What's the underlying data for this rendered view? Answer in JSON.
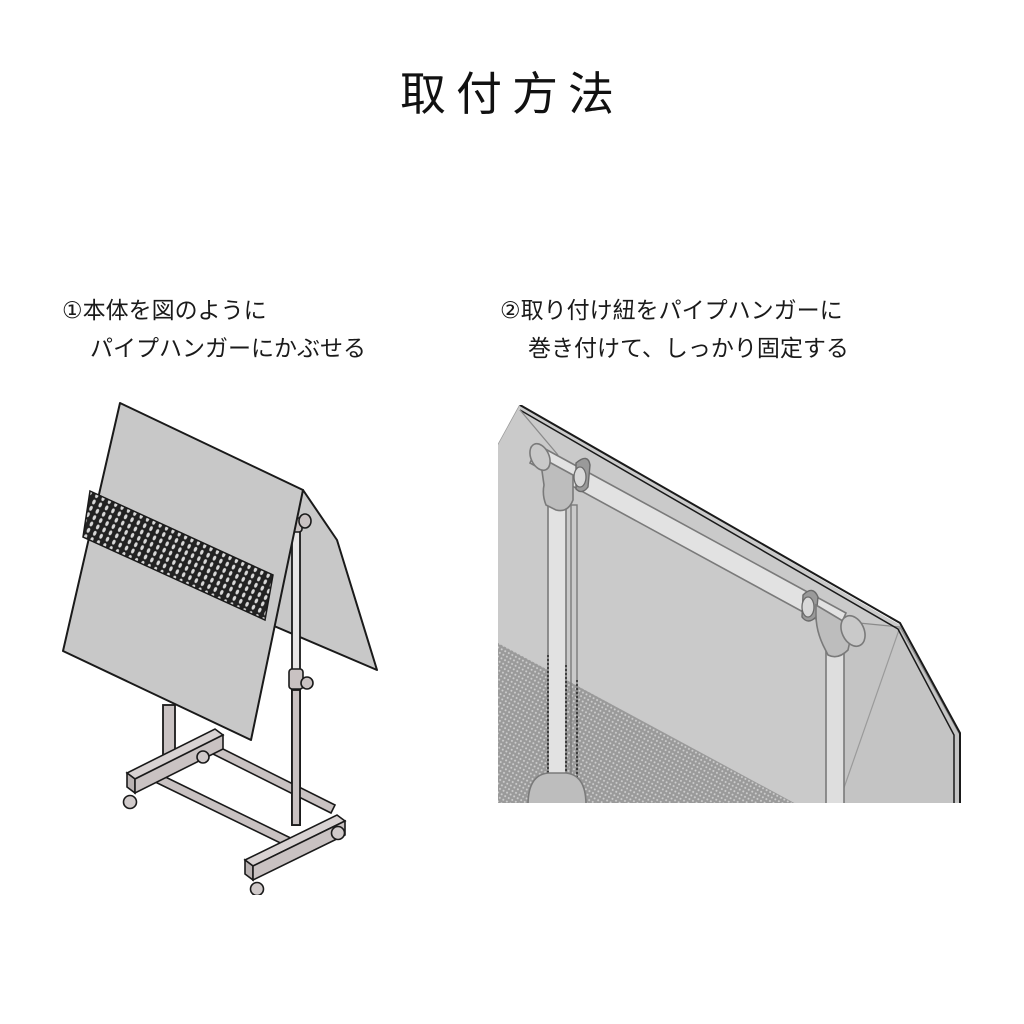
{
  "page": {
    "title": "取付方法"
  },
  "steps": [
    {
      "number": "①",
      "line1": "①本体を図のように",
      "line2": "パイプハンガーにかぶせる"
    },
    {
      "number": "②",
      "line1": "②取り付け紐をパイプハンガーに",
      "line2": "巻き付けて、しっかり固定する"
    }
  ],
  "illustrations": [
    {
      "label": "cover-draped-over-pipe-hanger",
      "subject": "sheet cover with mesh band over rolling pipe hanger"
    },
    {
      "label": "tie-string-wrapped-close-up",
      "subject": "close-up of tie strings wrapped around hanger bar"
    }
  ],
  "colors": {
    "sheet": "#c8c8c8",
    "frame": "#c9c2c2",
    "outline": "#1a1a1a",
    "mesh": "#2a2a2a",
    "background": "#ffffff"
  }
}
